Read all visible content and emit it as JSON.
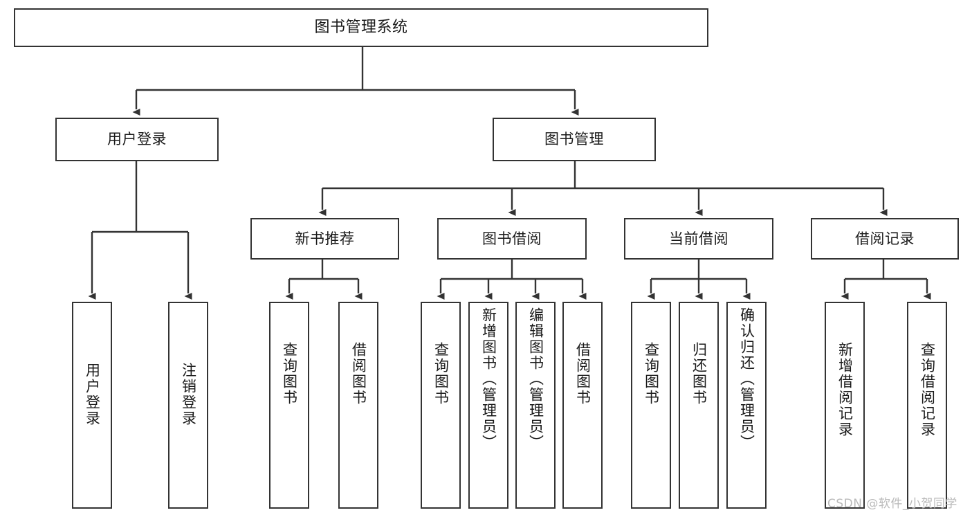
{
  "diagram": {
    "title": "图书管理系统",
    "type": "tree-hierarchy",
    "orientation": "top-down",
    "colors": {
      "node_border": "#333333",
      "node_fill": "#ffffff",
      "edge": "#333333",
      "text": "#1a1a1a",
      "watermark": "#b9b9b9"
    },
    "levels": {
      "root": [
        "图书管理系统"
      ],
      "level2": [
        "用户登录",
        "图书管理"
      ],
      "level3": [
        "新书推荐",
        "图书借阅",
        "当前借阅",
        "借阅记录"
      ],
      "leaves": [
        "用户登录",
        "注销登录",
        "查询图书",
        "借阅图书",
        "查询图书",
        "新增图书（管理员）",
        "编辑图书（管理员）",
        "借阅图书",
        "查询图书",
        "归还图书",
        "确认归还（管理员）",
        "新增借阅记录",
        "查询借阅记录"
      ]
    }
  },
  "nodes": {
    "root": {
      "label": "图书管理系统"
    },
    "user_login": {
      "label": "用户登录"
    },
    "book_manage": {
      "label": "图书管理"
    },
    "new_book_rec": {
      "label": "新书推荐"
    },
    "book_borrow": {
      "label": "图书借阅"
    },
    "current_borrow": {
      "label": "当前借阅"
    },
    "borrow_record": {
      "label": "借阅记录"
    },
    "leaf_user_login": {
      "label": "用户登录"
    },
    "leaf_logout": {
      "label": "注销登录"
    },
    "leaf_query_book_1": {
      "label": "查询图书"
    },
    "leaf_borrow_book_1": {
      "label": "借阅图书"
    },
    "leaf_query_book_2": {
      "label": "查询图书"
    },
    "leaf_add_book": {
      "label": "新增图书（管理员）"
    },
    "leaf_edit_book": {
      "label": "编辑图书（管理员）"
    },
    "leaf_borrow_book_2": {
      "label": "借阅图书"
    },
    "leaf_query_book_3": {
      "label": "查询图书"
    },
    "leaf_return_book": {
      "label": "归还图书"
    },
    "leaf_confirm_return": {
      "label": "确认归还（管理员）"
    },
    "leaf_add_record": {
      "label": "新增借阅记录"
    },
    "leaf_query_record": {
      "label": "查询借阅记录"
    }
  },
  "watermark": {
    "text": "CSDN @软件_小贺同学"
  }
}
